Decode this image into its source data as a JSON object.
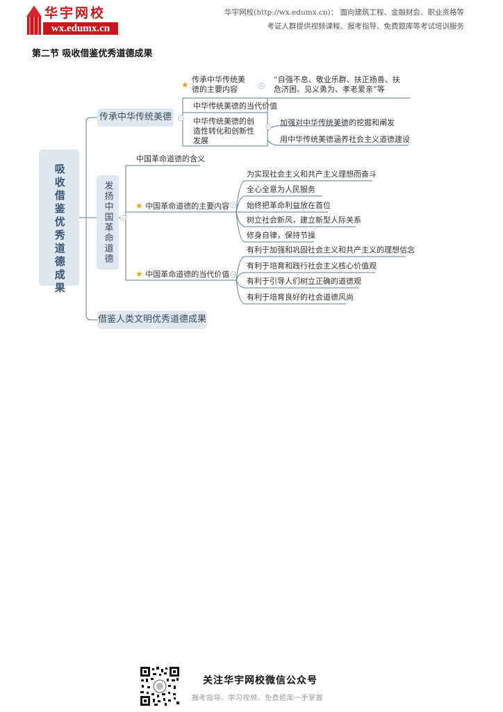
{
  "header": {
    "logo": {
      "title": "华宇网校",
      "url": "wx.edumx.cn",
      "brand_color": "#c8181e"
    },
    "slogan_line1": "华宇网校(http://wx.edumx.cn)： 面向建筑工程、金融财会、职业资格等",
    "slogan_line2": "考证人群提供视频课程、报考指导、免费题库等考试培训服务"
  },
  "section_title": "第二节 吸收借鉴优秀道德成果",
  "mindmap": {
    "root": "吸收借鉴优秀道德成果",
    "branch1": {
      "label": "传承中华传统美德",
      "children": [
        {
          "label": "传承中华传统美德的主要内容",
          "starred": true,
          "detail": "“自强不息、敬业乐群、扶正扬善、扶危济困、见义勇为、孝老爱亲”等"
        },
        {
          "label": "中华传统美德的当代价值"
        },
        {
          "label": "中华传统美德的创造性转化和创新性发展",
          "children": [
            "加强对中华传统美德的挖掘和阐发",
            "用中华传统美德涵养社会主义道德建设"
          ]
        }
      ]
    },
    "branch2": {
      "label": "发扬中国革命道德",
      "children": [
        {
          "label": "中国革命道德的含义"
        },
        {
          "label": "中国革命道德的主要内容",
          "starred": true,
          "children": [
            "为实现社会主义和共产主义理想而奋斗",
            "全心全意为人民服务",
            "始终把革命利益放在首位",
            "树立社会新风，建立新型人际关系",
            "修身自律，保持节操"
          ]
        },
        {
          "label": "中国革命道德的当代价值",
          "starred": true,
          "children": [
            "有利于加强和巩固社会主义和共产主义的理想信念",
            "有利于培育和践行社会主义核心价值观",
            "有利于引导人们树立正确的道德观",
            "有利于培育良好的社会道德风尚"
          ]
        }
      ]
    },
    "branch3": {
      "label": "借鉴人类文明优秀道德成果"
    },
    "colors": {
      "node_fill": "#dfe7f1",
      "line": "#5d7892",
      "star": "#f0a01a"
    }
  },
  "footer": {
    "title": "关注华宇网校微信公众号",
    "subtitle": "报考指导、学习视频、免费题库一手掌握"
  }
}
